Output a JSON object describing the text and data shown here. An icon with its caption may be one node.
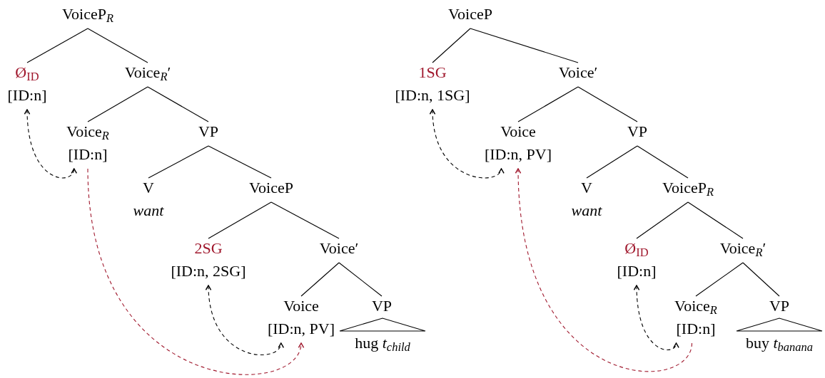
{
  "diagram": {
    "nodes": [
      {
        "text": [
          "VoiceP$_{R}$"
        ]
      },
      {
        "text": [
          "Ø$_{ID}$",
          "[ID:n]"
        ]
      },
      {
        "text": [
          "Voice$_{R}$′"
        ]
      },
      {
        "text": [
          "Voice$_{R}$",
          "[ID:n]"
        ]
      },
      {
        "text": [
          "VP"
        ]
      },
      {
        "text": [
          "V",
          "want"
        ]
      },
      {
        "text": [
          "VoiceP"
        ]
      },
      {
        "text": [
          "2SG",
          "[ID:n, 2SG]"
        ]
      },
      {
        "text": [
          "Voice′"
        ]
      },
      {
        "text": [
          "Voice",
          "[ID:n, PV]"
        ]
      },
      {
        "text": [
          "VP"
        ]
      },
      {
        "text": [
          "VoiceP"
        ]
      },
      {
        "text": [
          "1SG",
          "[ID:n, 1SG]"
        ]
      },
      {
        "text": [
          "Voice′"
        ]
      },
      {
        "text": [
          "Voice",
          "[ID:n, PV]"
        ]
      },
      {
        "text": [
          "VP"
        ]
      },
      {
        "text": [
          "V",
          "want"
        ]
      },
      {
        "text": [
          "VoiceP$_{R}$"
        ]
      },
      {
        "text": [
          "Ø$_{ID}$",
          "[ID:n]"
        ]
      },
      {
        "text": [
          "Voice$_{R}$′"
        ]
      },
      {
        "text": [
          "Voice$_{R}$",
          "[ID:n]"
        ]
      },
      {
        "text": [
          "VP"
        ]
      },
      {
        "text": [
          "hug *t*$_{child}$"
        ]
      },
      {
        "text": [
          "buy *t*$_{banana}$"
        ]
      }
    ],
    "edges": [
      {
        "from": 0,
        "to": 1,
        "arrow": "none"
      },
      {
        "from": 0,
        "to": 2,
        "arrow": "none"
      },
      {
        "from": 2,
        "to": 3,
        "arrow": "none"
      },
      {
        "from": 2,
        "to": 4,
        "arrow": "none"
      },
      {
        "from": 4,
        "to": 5,
        "arrow": "none"
      },
      {
        "from": 4,
        "to": 6,
        "arrow": "none"
      },
      {
        "from": 6,
        "to": 7,
        "arrow": "none"
      },
      {
        "from": 6,
        "to": 8,
        "arrow": "none"
      },
      {
        "from": 8,
        "to": 9,
        "arrow": "none"
      },
      {
        "from": 8,
        "to": 10,
        "arrow": "none"
      },
      {
        "from": 11,
        "to": 12,
        "arrow": "none"
      },
      {
        "from": 11,
        "to": 13,
        "arrow": "none"
      },
      {
        "from": 13,
        "to": 14,
        "arrow": "none"
      },
      {
        "from": 13,
        "to": 15,
        "arrow": "none"
      },
      {
        "from": 15,
        "to": 16,
        "arrow": "none"
      },
      {
        "from": 15,
        "to": 17,
        "arrow": "none"
      },
      {
        "from": 17,
        "to": 18,
        "arrow": "none"
      },
      {
        "from": 17,
        "to": 19,
        "arrow": "none"
      },
      {
        "from": 19,
        "to": 20,
        "arrow": "none"
      },
      {
        "from": 19,
        "to": 21,
        "arrow": "none"
      },
      {
        "from": 1,
        "to": 3,
        "arrow": "both",
        "style": "dashed"
      },
      {
        "from": 7,
        "to": 9,
        "arrow": "both",
        "style": "dashed"
      },
      {
        "from": 3,
        "to": 9,
        "arrow": "to",
        "style": "dashed",
        "color": "#a0182d"
      },
      {
        "from": 12,
        "to": 14,
        "arrow": "both",
        "style": "dashed"
      },
      {
        "from": 18,
        "to": 20,
        "arrow": "both",
        "style": "dashed"
      },
      {
        "from": 20,
        "to": 14,
        "arrow": "to",
        "style": "dashed",
        "color": "#a0182d"
      }
    ]
  }
}
